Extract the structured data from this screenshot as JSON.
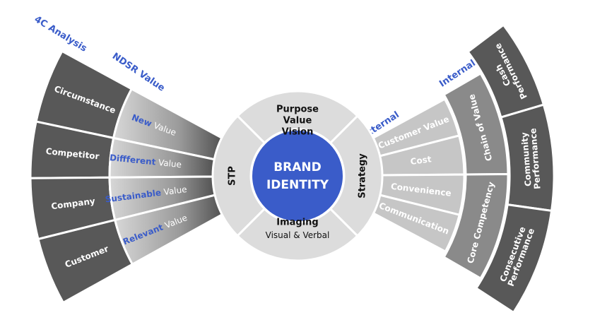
{
  "colors": {
    "dark_gray": "#585858",
    "mid_gray": "#8a8a8a",
    "light_gray": "#c6c6c6",
    "ring_gray": "#dcdcdc",
    "blue": "#3a5cc9",
    "white": "#ffffff"
  },
  "center": {
    "line1": "BRAND",
    "line2": "IDENTITY"
  },
  "ring": {
    "top": {
      "lines": [
        "Purpose",
        "Value",
        "Vision"
      ]
    },
    "left": "STP",
    "right": "Strategy",
    "bottom": {
      "title": "Imaging",
      "sub": "Visual & Verbal"
    }
  },
  "left": {
    "outer_heading": "4C Analysis",
    "inner_heading": "NDSR Value",
    "outer": [
      "Circumstance",
      "Competitor",
      "Company",
      "Customer"
    ],
    "inner": [
      {
        "highlight": "New",
        "rest": " Value"
      },
      {
        "highlight": "Diffferent",
        "rest": " Value"
      },
      {
        "highlight": "Sustainable",
        "rest": " Value"
      },
      {
        "highlight": "Relevant",
        "rest": " Value"
      }
    ]
  },
  "right": {
    "inner_heading": "External",
    "middle_heading": "Internal",
    "inner": [
      "Customer Value",
      "Cost",
      "Convenience",
      "Communication"
    ],
    "middle": [
      "Chain of Value",
      "Core Competency"
    ],
    "outer": [
      [
        "Cash",
        "Performance"
      ],
      [
        "Community",
        "Performance"
      ],
      [
        "Consecutive",
        "Performance"
      ]
    ]
  }
}
